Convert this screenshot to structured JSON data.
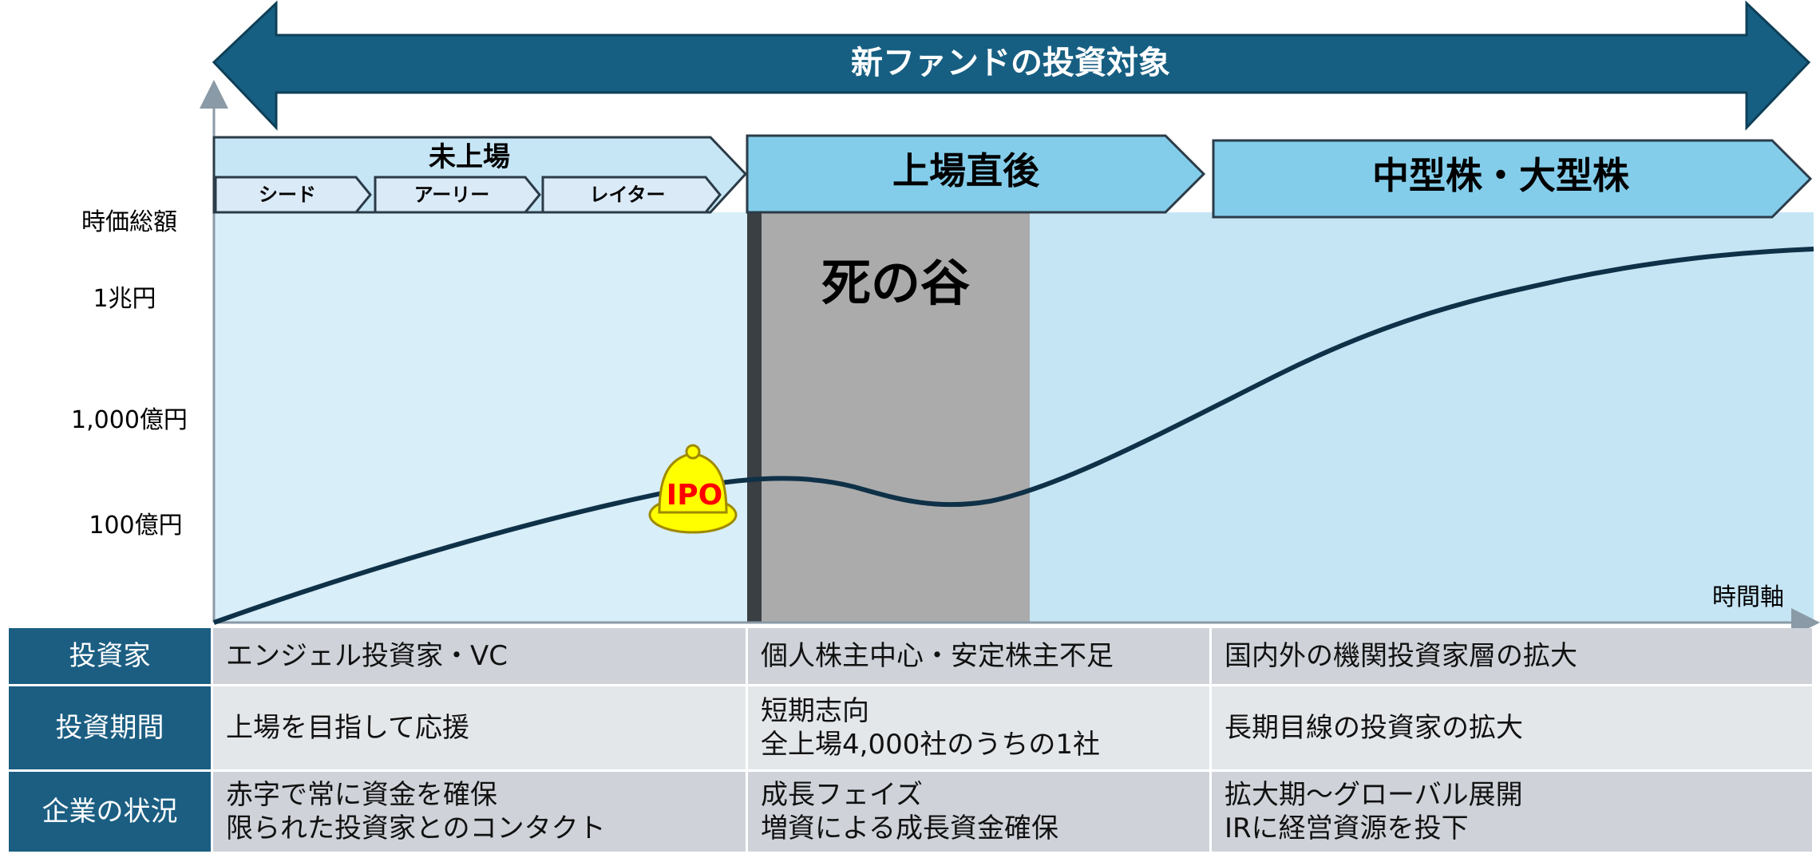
{
  "banner": {
    "label": "新ファンドの投資対象"
  },
  "phases": {
    "unlisted": {
      "label": "未上場",
      "stages": [
        "シード",
        "アーリー",
        "レイター"
      ]
    },
    "post_ipo": {
      "label": "上場直後"
    },
    "mid_large": {
      "label": "中型株・大型株"
    }
  },
  "axis": {
    "y_title": "時価総額",
    "y_ticks": [
      "1兆円",
      "1,000億円",
      "100億円"
    ],
    "x_title": "時間軸"
  },
  "valley": {
    "label": "死の谷"
  },
  "ipo": {
    "label": "IPO"
  },
  "table": {
    "rows": [
      {
        "header": "投資家",
        "cells": [
          [
            "エンジェル投資家・VC"
          ],
          [
            "個人株主中心・安定株主不足"
          ],
          [
            "国内外の機関投資家層の拡大"
          ]
        ]
      },
      {
        "header": "投資期間",
        "cells": [
          [
            "上場を目指して応援"
          ],
          [
            "短期志向",
            "全上場4,000社のうちの1社"
          ],
          [
            "長期目線の投資家の拡大"
          ]
        ]
      },
      {
        "header": "企業の状況",
        "cells": [
          [
            "赤字で常に資金を確保",
            "限られた投資家とのコンタクト"
          ],
          [
            "成長フェイズ",
            "増資による成長資金確保"
          ],
          [
            "拡大期～グローバル展開",
            "IRに経営資源を投下"
          ]
        ]
      }
    ]
  },
  "colors": {
    "banner": "#175f82",
    "phase_box": "#83cdea",
    "plot_area": "#c5e5f4",
    "valley": "#ababab",
    "curve": "#0f3148",
    "table_header": "#1b5e82"
  }
}
